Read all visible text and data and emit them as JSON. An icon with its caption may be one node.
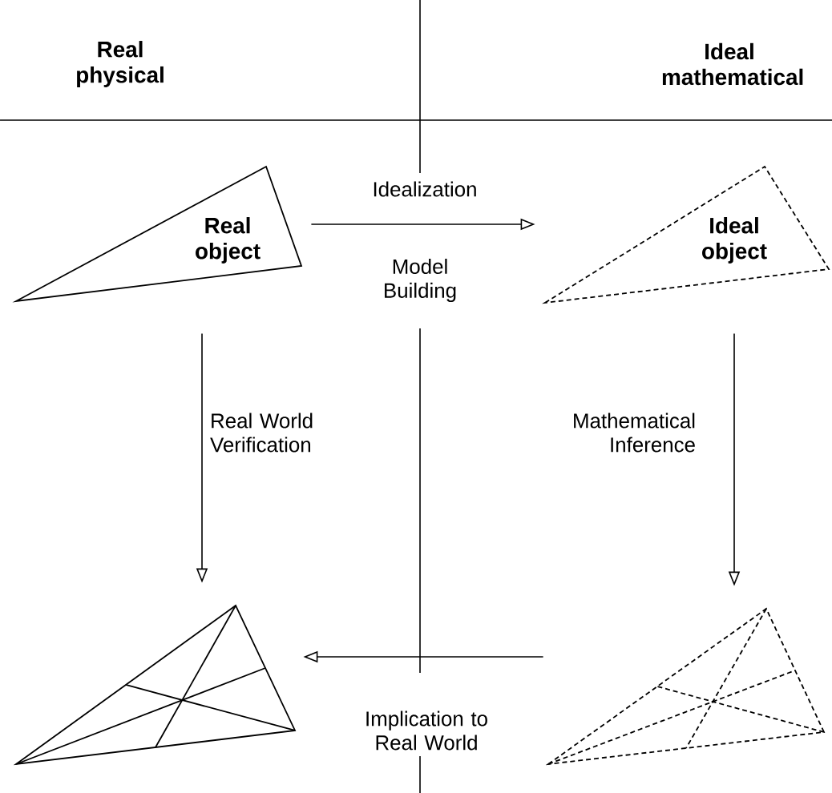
{
  "diagram": {
    "nodes": [
      {
        "text": [
          "Real object"
        ]
      },
      {
        "text": [
          "Ideal object"
        ]
      },
      {
        "text": [],
        "shape": "triangle"
      },
      {
        "text": [],
        "shape": "triangle"
      }
    ],
    "edges": [
      {
        "from": 0,
        "to": 1,
        "arrow": "to",
        "label": "Idealization"
      },
      {
        "from": 0,
        "to": 2,
        "arrow": "to",
        "label": "Real World Verification"
      },
      {
        "from": 1,
        "to": 3,
        "arrow": "to",
        "label": "Mathematical Inference"
      },
      {
        "from": 3,
        "to": 2,
        "arrow": "to",
        "label": "Implication to Real World"
      }
    ],
    "labels": [
      "Real physical",
      "Ideal mathematical",
      "Model Building"
    ]
  }
}
